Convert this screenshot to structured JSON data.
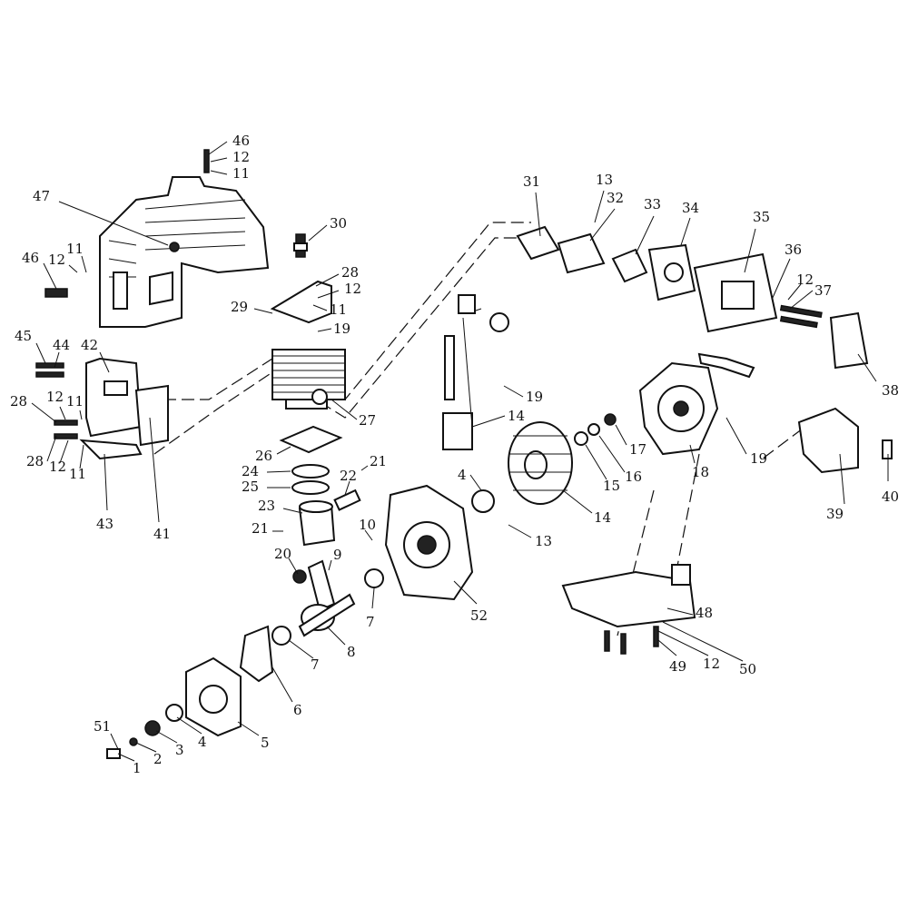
{
  "title": "Engine exploded parts diagram",
  "labels": [
    "46",
    "12",
    "11",
    "47",
    "30",
    "46",
    "12",
    "11",
    "28",
    "12",
    "11",
    "29",
    "19",
    "45",
    "44",
    "42",
    "28",
    "12",
    "11",
    "28",
    "12",
    "11",
    "43",
    "41",
    "27",
    "26",
    "24",
    "25",
    "23",
    "22",
    "21",
    "21",
    "20",
    "10",
    "9",
    "8",
    "7",
    "7",
    "6",
    "5",
    "4",
    "3",
    "2",
    "1",
    "51",
    "52",
    "4",
    "13",
    "14",
    "14",
    "19",
    "15",
    "16",
    "17",
    "18",
    "19",
    "39",
    "40",
    "38",
    "37",
    "12",
    "36",
    "35",
    "34",
    "33",
    "32",
    "13",
    "31",
    "48",
    "49",
    "12",
    "50"
  ]
}
